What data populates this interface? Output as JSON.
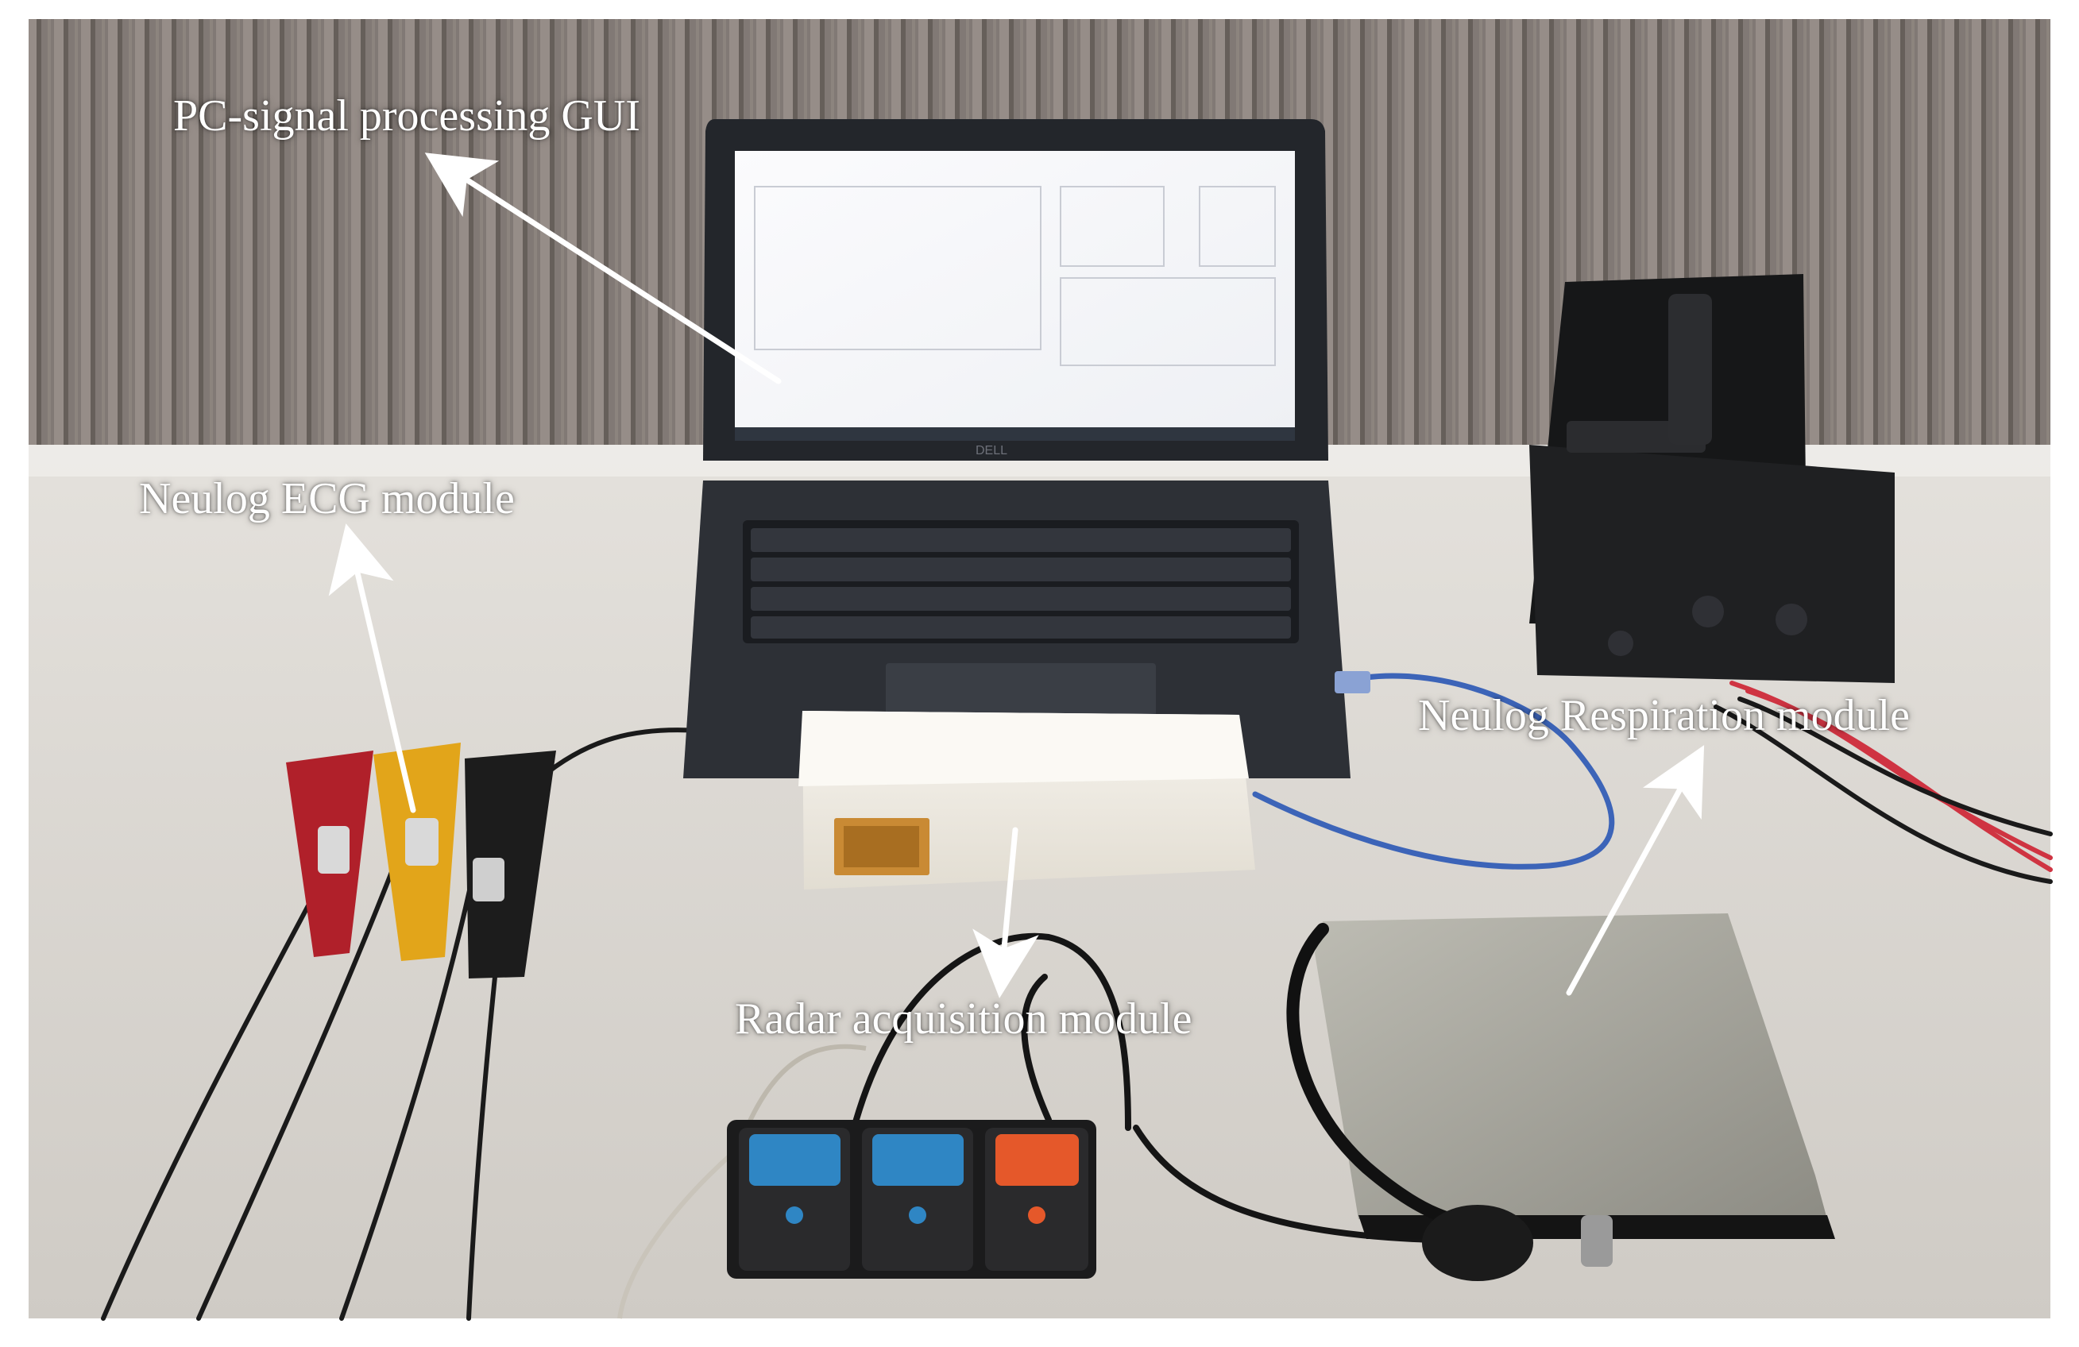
{
  "labels": {
    "gui": "PC-signal processing GUI",
    "ecg": "Neulog ECG module",
    "respiration": "Neulog Respiration module",
    "radar": "Radar acquisition module"
  },
  "laptop_brand": "DELL",
  "colors": {
    "label_text": "#ffffff",
    "arrow": "#ffffff",
    "curtain": "#8c8480",
    "table": "#dcd9d4",
    "laptop_body": "#2a2d33",
    "radar_box": "#f4f1ea",
    "ecg_clip_red": "#b0202a",
    "ecg_clip_yellow": "#e2a51a",
    "ecg_clip_black": "#1c1c1c",
    "usb_cable": "#3c64b8",
    "cuff": "#a9a89f",
    "neulog_blue": "#2f86c4",
    "neulog_orange": "#e5582a"
  }
}
